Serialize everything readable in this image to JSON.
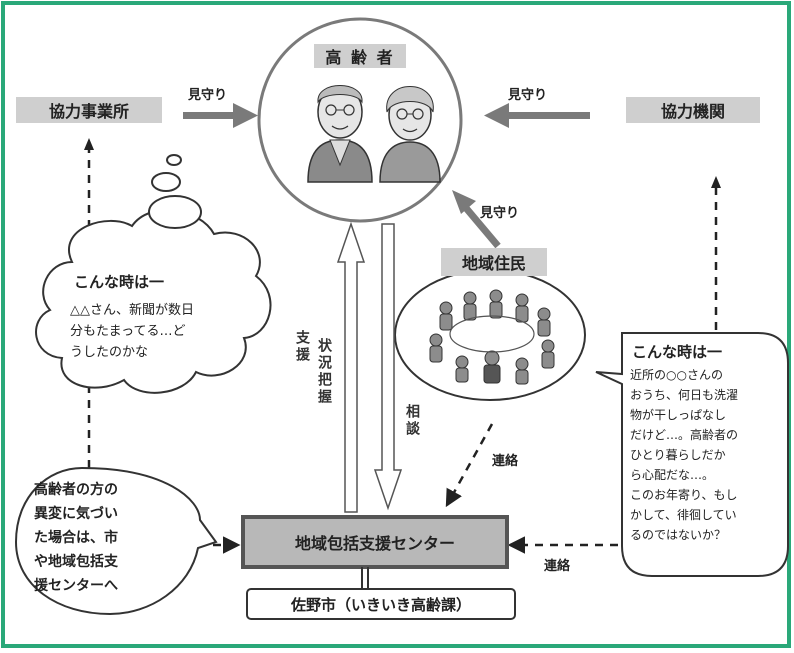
{
  "elderly": {
    "title": "高 齢 者"
  },
  "partners": {
    "business": "協力事業所",
    "agency": "協力機関",
    "residents": "地域住民"
  },
  "arrows": {
    "watch_left": "見守り",
    "watch_right": "見守り",
    "watch_residents": "見守り",
    "status": "状況把握",
    "support": "支援",
    "consult": "相談",
    "contact_residents": "連絡",
    "contact_agency": "連絡"
  },
  "center": {
    "name": "地域包括支援センター",
    "city": "佐野市（いきいき高齢課）"
  },
  "bubbles": {
    "cloud_title": "こんな時は一",
    "cloud_lines": [
      "△△さん、新聞が数日",
      "分もたまってる…ど",
      "うしたのかな"
    ],
    "right_title": "こんな時は一",
    "right_lines": [
      "近所の○○さんの",
      "おうち、何日も洗濯",
      "物が干しっぱなし",
      "だけど…。高齢者の",
      "ひとり暮らしだか",
      "ら心配だな…。",
      "このお年寄り、もし",
      "かして、徘徊してい",
      "るのではないか？"
    ],
    "advice_lines": [
      "高齢者の方の",
      "異変に気づい",
      "た場合は、市",
      "や地域包括支",
      "援センターへ"
    ]
  },
  "colors": {
    "frame": "#2aa879",
    "label_bg": "#cfcfcf",
    "arrow": "#7a7a7a",
    "outline": "#555555"
  }
}
